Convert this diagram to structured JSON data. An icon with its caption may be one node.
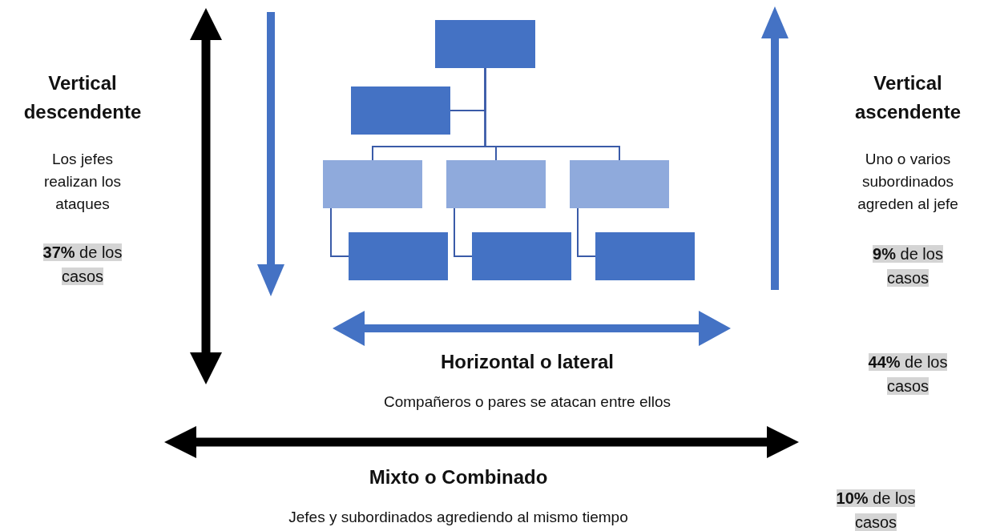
{
  "diagram": {
    "nodes": [
      {
        "text": [],
        "shape": "box"
      },
      {
        "text": [],
        "shape": "box"
      },
      {
        "text": [],
        "shape": "box"
      },
      {
        "text": [],
        "shape": "box"
      },
      {
        "text": [],
        "shape": "box"
      },
      {
        "text": [],
        "shape": "box"
      },
      {
        "text": [],
        "shape": "box"
      },
      {
        "text": [],
        "shape": "box"
      }
    ],
    "edges": [
      {
        "from": 0,
        "to": 1,
        "arrow": "none"
      },
      {
        "from": 0,
        "to": 2,
        "arrow": "none"
      },
      {
        "from": 0,
        "to": 3,
        "arrow": "none"
      },
      {
        "from": 0,
        "to": 4,
        "arrow": "none"
      },
      {
        "from": 2,
        "to": 5,
        "arrow": "none"
      },
      {
        "from": 3,
        "to": 6,
        "arrow": "none"
      },
      {
        "from": 4,
        "to": 7,
        "arrow": "none"
      }
    ],
    "labels": [
      "Vertical descendente",
      "Vertical ascendente",
      "Los jefes realizan los ataques",
      "Uno o varios subordinados agreden al jefe",
      "**37%** de los casos",
      "**9%** de los casos",
      "Horizontal o lateral",
      "**44%** de los casos",
      "Compañeros o pares se atacan entre ellos",
      "Mixto o Combinado",
      "**10%** de los casos",
      "Jefes y subordinados agrediendo al mismo tiempo"
    ]
  }
}
